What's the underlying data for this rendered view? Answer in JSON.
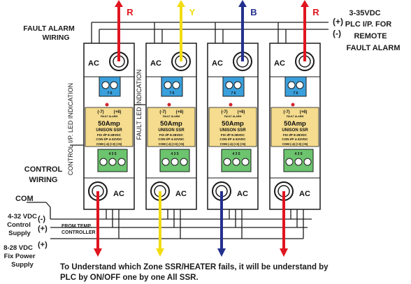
{
  "phases": [
    "R",
    "Y",
    "B",
    "R"
  ],
  "colors": {
    "red": "#e0151f",
    "yellow": "#f2dd12",
    "blue": "#24308f",
    "module_body": "#ffffff",
    "label_panel": "#f5dc8e",
    "top_terminal": "#3aa0dc",
    "bottom_terminal": "#6cc46e",
    "led": "#d0242a"
  },
  "labels": {
    "plc_range": "3-35VDC",
    "plc_input": "PLC I/P. FOR",
    "remote": "REMOTE",
    "fault_alarm": "FAULT ALARM",
    "plus": "(+)",
    "minus": "(-)",
    "fault_alarm_wiring_1": "FAULT ALARM",
    "fault_alarm_wiring_2": "WIRING",
    "control_wiring_1": "CONTROL",
    "control_wiring_2": "WIRING",
    "fault_led_indication": "FAULT LED INDICATION",
    "control_led_indication": "CONTROL I/P. LED INDICATION",
    "com": "COM",
    "control_supply_1": "4-32 VDC",
    "control_supply_2": "Control",
    "control_supply_3": "Supply",
    "from_temp_1": "FROM TEMP.",
    "from_temp_2": "CONTROLLER",
    "fix_power_1": "8-28 VDC",
    "fix_power_2": "Fix Power",
    "fix_power_3": "Supply",
    "note_1": "To Understand which Zone SSR/HEATER fails, it will be understand by",
    "note_2": "PLC by ON/OFF one by one All SSR."
  },
  "module": {
    "ac": "AC",
    "fault_minus": "(-7)",
    "fault_plus": "(+6)",
    "fault_alarm_small": "FAULT ALARM",
    "rating": "50Amp",
    "brand": "UNISON SSR",
    "fix_ip": "FIX I/P 8-28VDC",
    "con_ip": "CON I/P 4-32VDC",
    "com_row": "COM (-4) (+3) (+5)",
    "top_terms": "7   6",
    "bottom_terms": "4   3   5"
  }
}
